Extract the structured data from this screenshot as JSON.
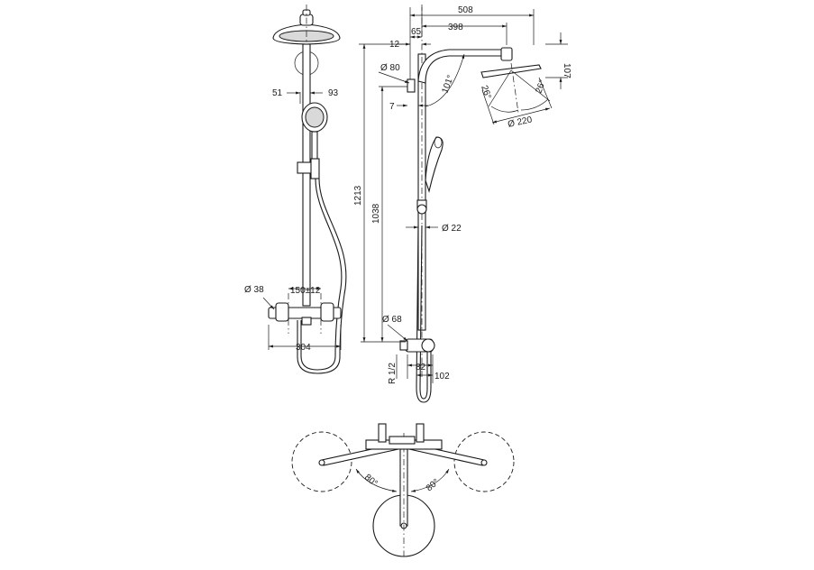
{
  "dimensions": {
    "d508": "508",
    "d398": "398",
    "d65": "65",
    "d12": "12",
    "d107": "107",
    "d_phi80": "Ø 80",
    "d101": "101°",
    "d26a": "26°",
    "d26b": "26°",
    "d7": "7",
    "d_phi220": "Ø 220",
    "d51": "51",
    "d93": "93",
    "d1213": "1213",
    "d1038": "1038",
    "d_phi22": "Ø 22",
    "d_phi38": "Ø 38",
    "d150": "150±12",
    "d304": "304",
    "d_phi68": "Ø 68",
    "dR12": "R 1/2",
    "d82": "82",
    "d102": "102",
    "d80left": "80°",
    "d80right": "80°"
  }
}
